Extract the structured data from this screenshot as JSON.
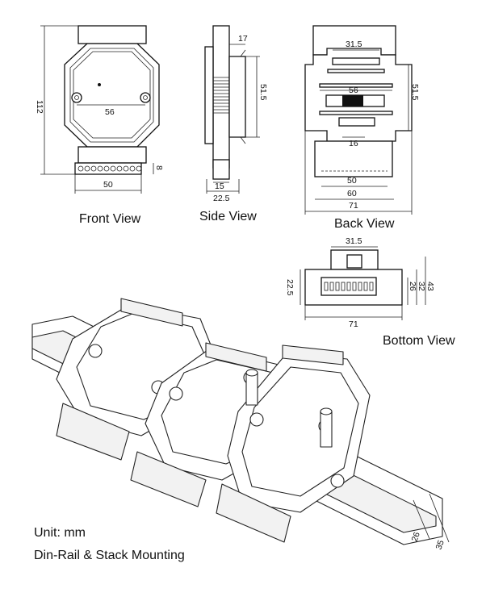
{
  "views": {
    "front": {
      "caption": "Front View",
      "dims": {
        "height": "112",
        "width": "56",
        "terminal": "50",
        "terminal_h": "8"
      }
    },
    "side": {
      "caption": "Side View",
      "dims": {
        "top": "17",
        "height": "51.5",
        "foot": "15",
        "depth": "22.5"
      }
    },
    "back": {
      "caption": "Back View",
      "dims": {
        "top": "31.5",
        "mid": "56",
        "height": "51.5",
        "slot": "16",
        "a": "50",
        "b": "60",
        "c": "71"
      }
    },
    "bottom": {
      "caption": "Bottom View",
      "dims": {
        "top": "31.5",
        "left": "22.5",
        "r1": "26",
        "r2": "32",
        "r3": "43",
        "width": "71"
      }
    }
  },
  "mounting": {
    "dims": {
      "rail_inner": "26",
      "rail_outer": "35"
    }
  },
  "notes": {
    "unit": "Unit: mm",
    "mounting": "Din-Rail & Stack Mounting"
  }
}
